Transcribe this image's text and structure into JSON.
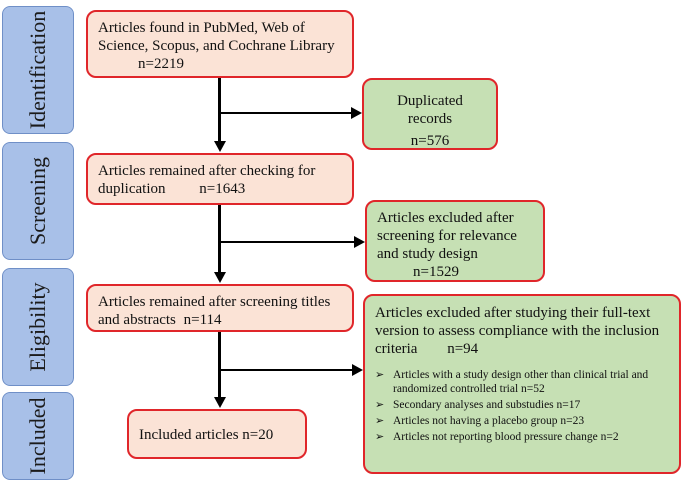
{
  "stages": [
    "Identification",
    "Screening",
    "Eligibility",
    "Included"
  ],
  "boxes": {
    "identification": {
      "text": "Articles found in PubMed, Web of Science, Scopus, and Cochrane Library",
      "count": "n=2219"
    },
    "duplicated": {
      "text": "Duplicated records",
      "count": "n=576"
    },
    "screening": {
      "text": "Articles remained after checking for duplication",
      "count": "n=1643"
    },
    "excluded_relevance": {
      "text": "Articles excluded after screening for relevance and study design",
      "count": "n=1529"
    },
    "eligibility": {
      "text": "Articles remained after screening titles and abstracts",
      "count": "n=114"
    },
    "excluded_fulltext": {
      "text": "Articles excluded after studying their full-text version to assess compliance with the inclusion criteria",
      "count": "n=94",
      "bullet_marker": "➢",
      "bullets": [
        "Articles with a study design other than clinical trial and randomized controlled trial n=52",
        "Secondary analyses and substudies n=17",
        "Articles not having a placebo group n=23",
        "Articles not reporting blood pressure change n=2"
      ]
    },
    "included": {
      "text": "Included articles n=20"
    }
  },
  "colors": {
    "stage_fill": "#a8c0e8",
    "box_border": "#e0262a",
    "pink_fill": "#fbe3d6",
    "green_fill": "#c6e0b4"
  }
}
